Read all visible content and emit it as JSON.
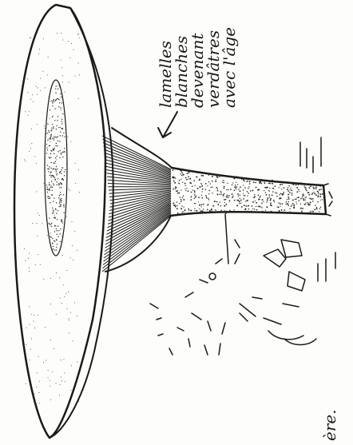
{
  "illustration": {
    "subject": "mushroom",
    "annotation_lines": [
      "lamelles",
      "blanches",
      "devenant",
      "verdâtres",
      "avec l'âge"
    ],
    "fragment_text": "ère.",
    "colors": {
      "ink": "#1a1a1a",
      "paper": "#fdfdfb"
    }
  }
}
